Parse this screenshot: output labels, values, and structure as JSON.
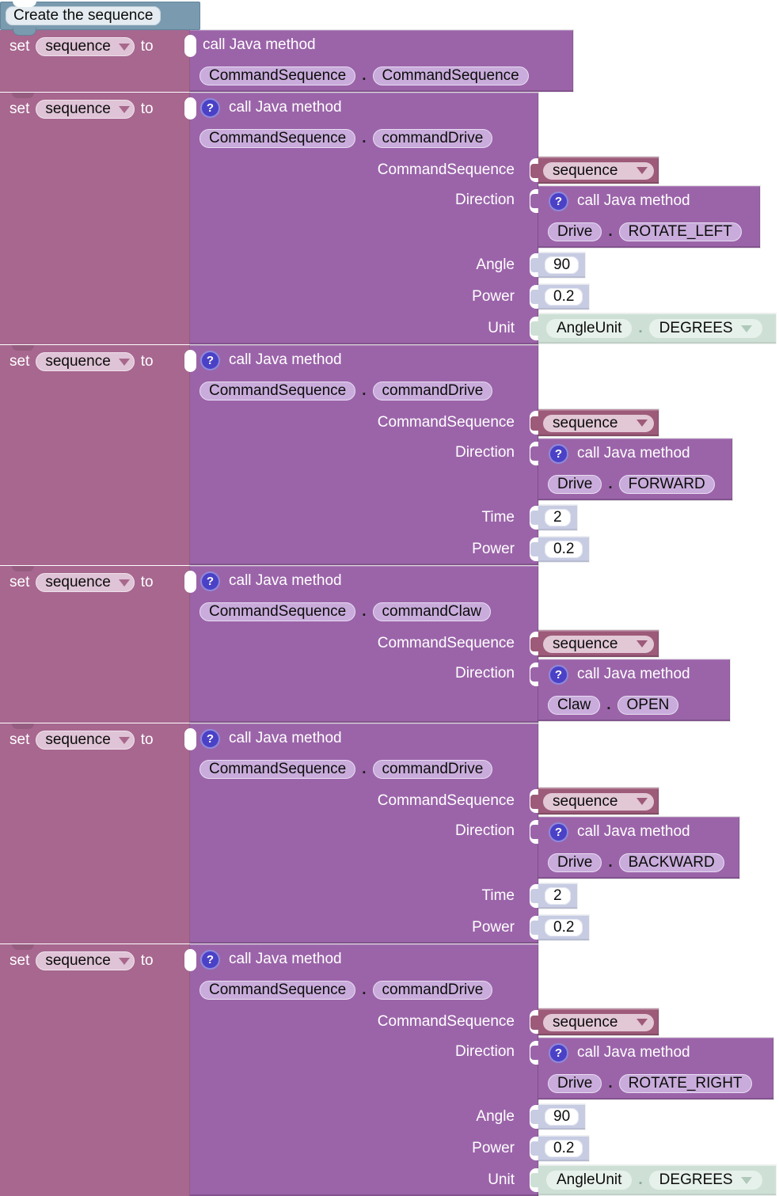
{
  "colors": {
    "workspace_bg": "#FFFFFF",
    "comment_block": "#7A9BAF",
    "set_variable_block": "#A7678F",
    "java_method_block": "#9B64A9",
    "variable_getter_block": "#9D5A79",
    "number_block": "#C7CCE3",
    "enum_block": "#CEE0D6",
    "help_icon": "#4A41C6"
  },
  "comment": {
    "label": "Create the sequence"
  },
  "c": {
    "set": "set",
    "to": "to",
    "var": "sequence",
    "call": "call Java method",
    "dot": ".",
    "help": "?"
  },
  "blocks": [
    {
      "cls": "CommandSequence",
      "mtd": "CommandSequence",
      "params": []
    },
    {
      "cls": "CommandSequence",
      "mtd": "commandDrive",
      "params": [
        {
          "label": "CommandSequence",
          "value": "sequence"
        },
        {
          "label": "Direction",
          "cls": "Drive",
          "mtd": "ROTATE_LEFT"
        },
        {
          "label": "Angle",
          "value": "90"
        },
        {
          "label": "Power",
          "value": "0.2"
        },
        {
          "label": "Unit",
          "cls": "AngleUnit",
          "value": "DEGREES"
        }
      ]
    },
    {
      "cls": "CommandSequence",
      "mtd": "commandDrive",
      "params": [
        {
          "label": "CommandSequence",
          "value": "sequence"
        },
        {
          "label": "Direction",
          "cls": "Drive",
          "mtd": "FORWARD"
        },
        {
          "label": "Time",
          "value": "2"
        },
        {
          "label": "Power",
          "value": "0.2"
        }
      ]
    },
    {
      "cls": "CommandSequence",
      "mtd": "commandClaw",
      "params": [
        {
          "label": "CommandSequence",
          "value": "sequence"
        },
        {
          "label": "Direction",
          "cls": "Claw",
          "mtd": "OPEN"
        }
      ]
    },
    {
      "cls": "CommandSequence",
      "mtd": "commandDrive",
      "params": [
        {
          "label": "CommandSequence",
          "value": "sequence"
        },
        {
          "label": "Direction",
          "cls": "Drive",
          "mtd": "BACKWARD"
        },
        {
          "label": "Time",
          "value": "2"
        },
        {
          "label": "Power",
          "value": "0.2"
        }
      ]
    },
    {
      "cls": "CommandSequence",
      "mtd": "commandDrive",
      "params": [
        {
          "label": "CommandSequence",
          "value": "sequence"
        },
        {
          "label": "Direction",
          "cls": "Drive",
          "mtd": "ROTATE_RIGHT"
        },
        {
          "label": "Angle",
          "value": "90"
        },
        {
          "label": "Power",
          "value": "0.2"
        },
        {
          "label": "Unit",
          "cls": "AngleUnit",
          "value": "DEGREES"
        }
      ]
    }
  ]
}
